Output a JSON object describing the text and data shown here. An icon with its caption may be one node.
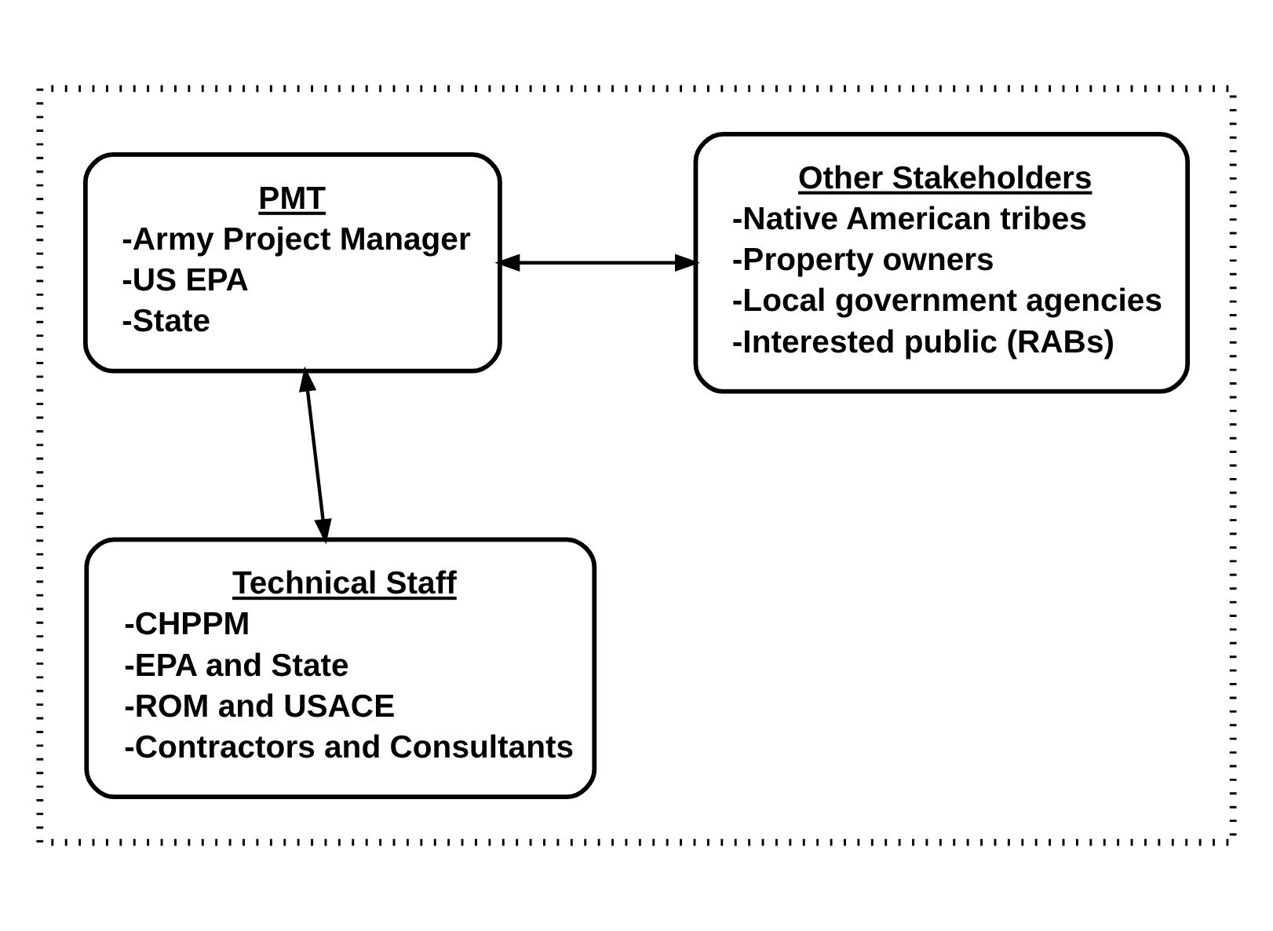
{
  "diagram": {
    "nodes": [
      {
        "text": [],
        "shape": "box"
      },
      {
        "text": [
          "PMT",
          "-Army Project Manager",
          "-US EPA",
          "-State"
        ],
        "in": 0
      },
      {
        "text": [
          "Other Stakeholders",
          "-Native American tribes",
          "-Property owners",
          "-Local government agencies",
          "-Interested public (RABs)"
        ],
        "in": 0
      },
      {
        "text": [
          "Technical Staff",
          "-CHPPM",
          "-EPA and State",
          "-ROM and USACE",
          "-Contractors and Consultants"
        ],
        "in": 0
      }
    ],
    "edges": [
      {
        "from": 1,
        "to": 2,
        "arrow": "both"
      },
      {
        "from": 1,
        "to": 3,
        "arrow": "both"
      }
    ]
  }
}
